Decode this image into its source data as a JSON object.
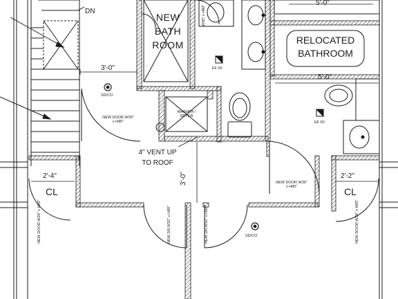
{
  "labels": {
    "dn": "DN",
    "new_bath": "NEW BATH ROOM",
    "relocated": "RELOCATED BATHROOM",
    "dim_top": "5'-0\"",
    "dim_3_0": "3'-0\"",
    "dim_5_0": "5'-0\"",
    "dim_vert": "3'-0\"",
    "dim_2_4": "2'-4\"",
    "dim_2_2": "2'-2\"",
    "cl_left": "CL",
    "cl_right": "CL",
    "sdco_left": "SD/CO",
    "sdco_right": "SD/CO",
    "ef_left": "EF 50",
    "ef_right": "EF 50",
    "vent": "4\" VENT UP TO ROOF",
    "washer": "WASHER / DRYER",
    "door_top": "W30\" x H80\"",
    "door_left": "NEW DOOR W30\" x H80\"",
    "door_right": "NEW DOOR W30\" x H80\"",
    "door_cl_left": "NEW DOOR W26\" x H80\"",
    "door_dr1": "NEW DR W32\" x H80\"",
    "door_dr2": "NEW DR W32\" x H80\"",
    "door_cl_right": "NEW DOOR W26\" x H80\""
  },
  "colors": {
    "ink": "#1a1a1a",
    "hatch": "#3a3a3a",
    "paper": "#ffffff"
  }
}
